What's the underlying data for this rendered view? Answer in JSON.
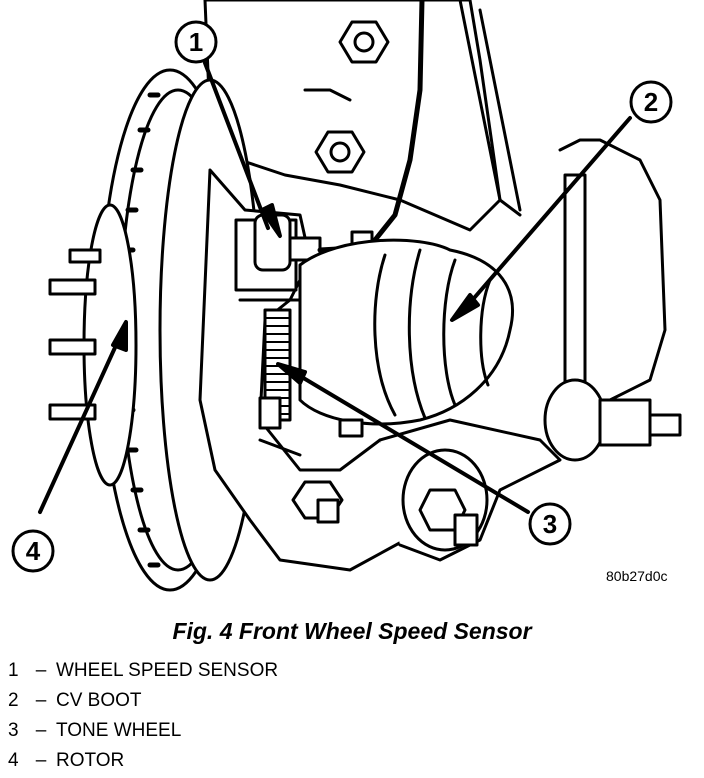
{
  "figure": {
    "code": "80b27d0c",
    "callouts": [
      "1",
      "2",
      "3",
      "4"
    ]
  },
  "caption": "Fig. 4 Front Wheel Speed Sensor",
  "legend": [
    {
      "num": "1",
      "sep": "–",
      "label": "WHEEL SPEED SENSOR"
    },
    {
      "num": "2",
      "sep": "–",
      "label": "CV BOOT"
    },
    {
      "num": "3",
      "sep": "–",
      "label": "TONE WHEEL"
    },
    {
      "num": "4",
      "sep": "–",
      "label": "ROTOR"
    }
  ],
  "colors": {
    "ink": "#000000",
    "paper": "#ffffff"
  }
}
